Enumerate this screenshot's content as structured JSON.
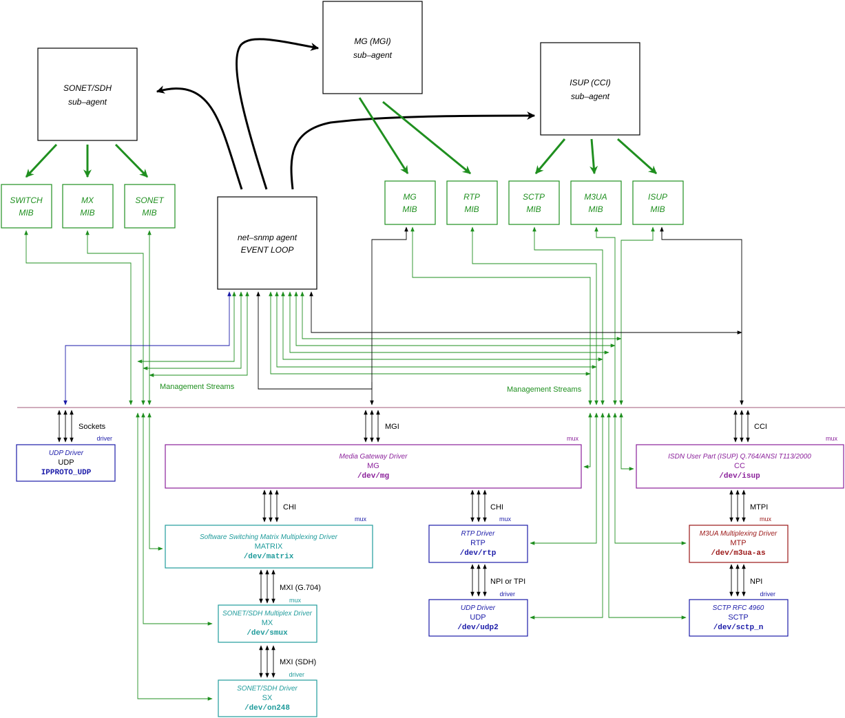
{
  "colors": {
    "green": "#1f8f1f",
    "black": "#000000",
    "blue": "#1a1aa8",
    "purple": "#8a1f9a",
    "teal": "#1f9b9b",
    "red": "#9a1515",
    "divider": "#a05a78"
  },
  "agents": {
    "sonet": {
      "line1": "SONET/SDH",
      "line2": "sub–agent"
    },
    "mg": {
      "line1": "MG (MGI)",
      "line2": "sub–agent"
    },
    "isup": {
      "line1": "ISUP (CCI)",
      "line2": "sub–agent"
    },
    "netsnmp": {
      "line1": "net–snmp agent",
      "line2": "EVENT LOOP"
    }
  },
  "mibs": {
    "switch": {
      "line1": "SWITCH",
      "line2": "MIB"
    },
    "mx": {
      "line1": "MX",
      "line2": "MIB"
    },
    "sonet": {
      "line1": "SONET",
      "line2": "MIB"
    },
    "mg": {
      "line1": "MG",
      "line2": "MIB"
    },
    "rtp": {
      "line1": "RTP",
      "line2": "MIB"
    },
    "sctp": {
      "line1": "SCTP",
      "line2": "MIB"
    },
    "m3ua": {
      "line1": "M3UA",
      "line2": "MIB"
    },
    "isup": {
      "line1": "ISUP",
      "line2": "MIB"
    }
  },
  "labels": {
    "mgmt_streams_left": "Management Streams",
    "mgmt_streams_right": "Management Streams",
    "sockets": "Sockets",
    "mgi": "MGI",
    "cci": "CCI",
    "chi_left": "CHI",
    "chi_right": "CHI",
    "mtpi": "MTPI",
    "mxi_g704": "MXI (G.704)",
    "mxi_sdh": "MXI (SDH)",
    "npi_or_tpi": "NPI or TPI",
    "npi": "NPI"
  },
  "drivers": {
    "udp1": {
      "title": "UDP Driver",
      "name": "UDP",
      "dev": "IPPROTO_UDP",
      "tag": "driver"
    },
    "mg": {
      "title": "Media Gateway Driver",
      "name": "MG",
      "dev": "/dev/mg",
      "tag": "mux"
    },
    "cc": {
      "title": "ISDN User Part (ISUP) Q.764/ANSI T113/2000",
      "name": "CC",
      "dev": "/dev/isup",
      "tag": "mux"
    },
    "matrix": {
      "title": "Software Switching Matrix Multiplexing Driver",
      "name": "MATRIX",
      "dev": "/dev/matrix",
      "tag": "mux"
    },
    "rtp": {
      "title": "RTP Driver",
      "name": "RTP",
      "dev": "/dev/rtp",
      "tag": "mux"
    },
    "mtp": {
      "title": "M3UA Multiplexing Driver",
      "name": "MTP",
      "dev": "/dev/m3ua-as",
      "tag": "mux"
    },
    "mx": {
      "title": "SONET/SDH Multiplex Driver",
      "name": "MX",
      "dev": "/dev/smux",
      "tag": "mux"
    },
    "udp2": {
      "title": "UDP Driver",
      "name": "UDP",
      "dev": "/dev/udp2",
      "tag": "driver"
    },
    "sctp": {
      "title": "SCTP RFC 4960",
      "name": "SCTP",
      "dev": "/dev/sctp_n",
      "tag": "driver"
    },
    "sx": {
      "title": "SONET/SDH Driver",
      "name": "SX",
      "dev": "/dev/on248",
      "tag": "driver"
    }
  }
}
